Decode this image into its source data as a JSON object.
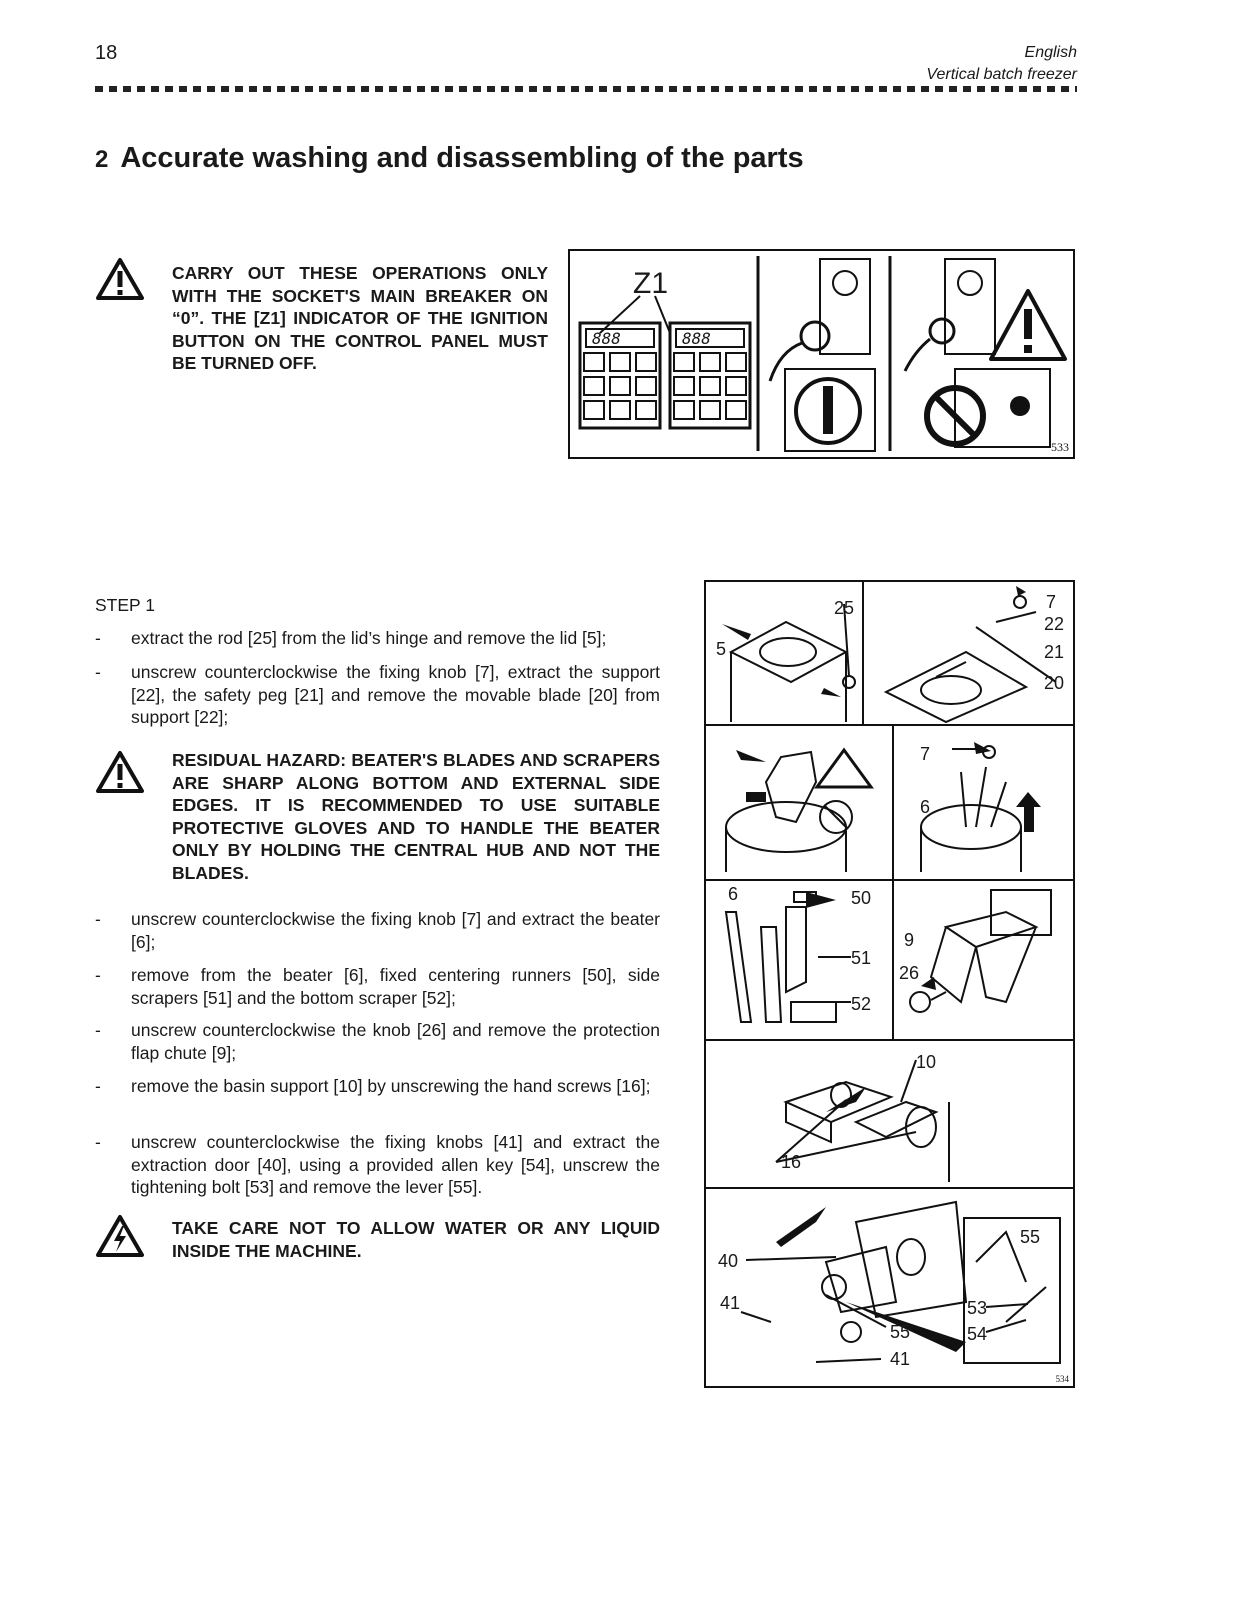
{
  "header": {
    "page_number": "18",
    "language": "English",
    "subtitle": "Vertical batch freezer"
  },
  "section": {
    "number": "2",
    "title": "Accurate washing and disassembling of the parts"
  },
  "warning1": {
    "icon": "warning-triangle-icon",
    "text": "CARRY OUT THESE OPERATIONS ONLY WITH THE SOCKET'S MAIN BREAKER ON “0”. THE [Z1] INDICATOR OF THE IGNITION BUTTON ON THE CONTROL PANEL MUST BE TURNED OFF."
  },
  "figure1": {
    "label_z1": "Z1",
    "display_left": "888",
    "display_right": "888",
    "code": "533"
  },
  "step1": {
    "label": "STEP 1",
    "bullets_a": [
      "extract the rod [25] from the lid’s hinge and remove the lid [5];",
      "unscrew counterclockwise the fixing knob [7], extract the support [22], the safety peg [21] and remove the movable blade [20] from support [22];"
    ],
    "warning": "RESIDUAL HAZARD: BEATER'S BLADES AND SCRAPERS ARE SHARP ALONG BOTTOM AND EXTERNAL SIDE EDGES. IT IS RECOMMENDED TO USE SUITABLE PROTECTIVE GLOVES AND TO HANDLE THE BEATER ONLY BY HOLDING THE CENTRAL HUB AND NOT THE BLADES.",
    "bullets_b": [
      "unscrew counterclockwise the fixing knob [7] and extract the beater [6];",
      "remove from the beater [6], fixed centering runners [50], side scrapers [51] and the bottom scraper [52];",
      "unscrew counterclockwise the knob [26] and remove the protection flap chute [9];",
      "remove the basin support [10] by unscrewing the hand screws [16];",
      "unscrew counterclockwise the fixing knobs [41] and extract the extraction door [40], using a provided allen key [54], unscrew the tightening bolt [53] and remove the lever [55]."
    ],
    "electric_warning": "TAKE CARE NOT TO ALLOW WATER OR ANY LIQUID INSIDE THE MACHINE."
  },
  "figure2": {
    "labels": [
      "25",
      "7",
      "22",
      "5",
      "21",
      "20",
      "7",
      "6",
      "6",
      "50",
      "51",
      "52",
      "9",
      "26",
      "10",
      "16",
      "40",
      "41",
      "55",
      "41",
      "55",
      "53",
      "54"
    ],
    "code": "534"
  }
}
